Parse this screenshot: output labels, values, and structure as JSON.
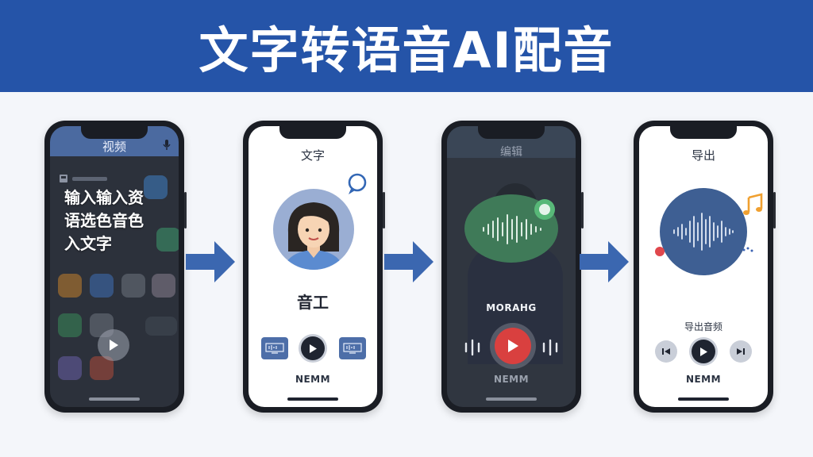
{
  "banner": {
    "title": "文字转语音AI配音"
  },
  "colors": {
    "banner": "#2554a8",
    "arrow": "#3b67b0",
    "wave_green": "#3f7a58",
    "record_red": "#d9403f",
    "note_orange": "#f0a030"
  },
  "phone1": {
    "header": "视频",
    "text_lines": [
      "输入输入资",
      "语选色音色",
      "入文字"
    ],
    "icons": [
      "mic-icon",
      "play-icon"
    ]
  },
  "phone2": {
    "title": "文字",
    "name": "音工",
    "caption": "NEMM",
    "icons": [
      "chat-bubble-icon",
      "avatar",
      "speaker-left-icon",
      "play-icon",
      "speaker-right-icon"
    ]
  },
  "phone3": {
    "title": "编辑",
    "wave_label": "MORAHG",
    "caption": "NEMM",
    "icons": [
      "waveform-icon",
      "record-button",
      "play-icon"
    ]
  },
  "phone4": {
    "title": "导出",
    "sub_label": "导出音频",
    "caption": "NEMM",
    "icons": [
      "waveform-icon",
      "music-note-icon",
      "previous-icon",
      "play-icon",
      "next-icon"
    ]
  }
}
